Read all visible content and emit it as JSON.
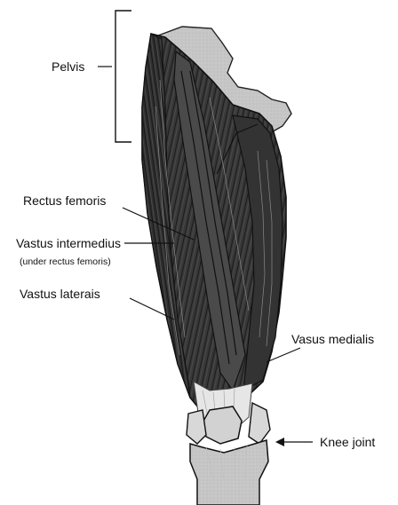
{
  "labels": {
    "pelvis": "Pelvis",
    "rectus_femoris": "Rectus femoris",
    "vastus_intermedius": "Vastus intermedius",
    "vastus_intermedius_note": "(under rectus femoris)",
    "vastus_laterais": "Vastus laterais",
    "vasus_medialis": "Vasus medialis",
    "knee_joint": "Knee joint"
  },
  "colors": {
    "bone": "#c9c9c9",
    "muscle": "#3a3a3a",
    "muscle_dark": "#1e1e1e",
    "muscle_light": "#6d6d6d",
    "tendon": "#e9e9e9",
    "ink": "#111111"
  }
}
